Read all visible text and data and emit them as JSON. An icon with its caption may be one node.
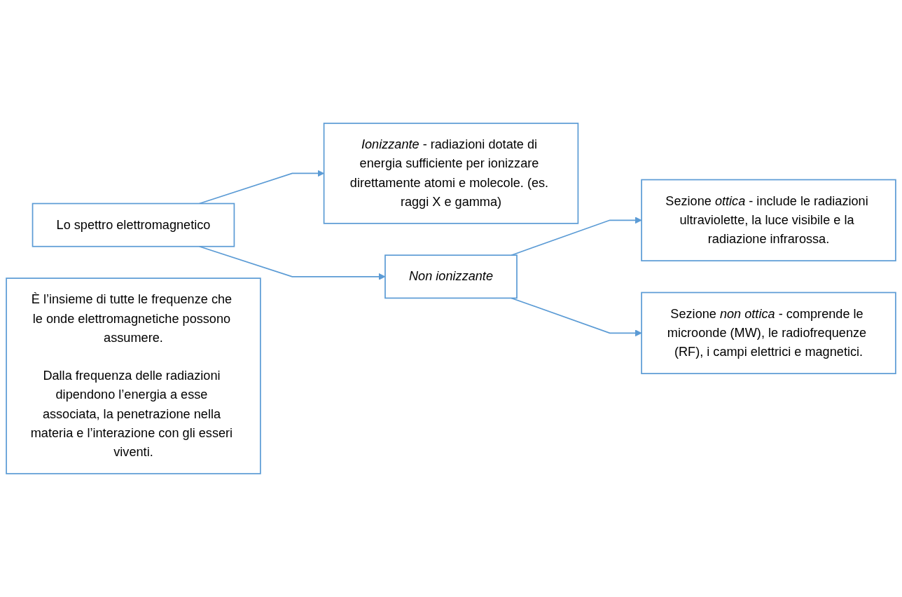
{
  "diagram": {
    "nodes": [
      {
        "text": [
          "Lo spettro elettromagnetico"
        ]
      },
      {
        "text": [
          "*Ionizzante* - radiazioni dotate di energia sufficiente per ionizzare direttamente atomi e molecole. (es. raggi X e gamma)"
        ]
      },
      {
        "text": [
          "Non ionizzante"
        ]
      },
      {
        "text": [
          "Sezione *ottica* - include le radiazioni ultraviolette, la luce visibile e la radiazione infrarossa."
        ]
      },
      {
        "text": [
          "Sezione *non ottica* - comprende le microonde (MW), le radiofrequenze (RF), i campi elettrici e magnetici."
        ]
      },
      {
        "text": [
          "È l’insieme di tutte le frequenze che le onde elettromagnetiche possono assumere.",
          "Dalla frequenza delle radiazioni dipendono l’energia a esse associata, la penetrazione nella materia e l’interazione con gli esseri viventi."
        ]
      }
    ],
    "edges": [
      {
        "from": 0,
        "to": 1,
        "arrow": "to"
      },
      {
        "from": 0,
        "to": 2,
        "arrow": "to"
      },
      {
        "from": 2,
        "to": 3,
        "arrow": "to"
      },
      {
        "from": 2,
        "to": 4,
        "arrow": "to"
      }
    ]
  }
}
